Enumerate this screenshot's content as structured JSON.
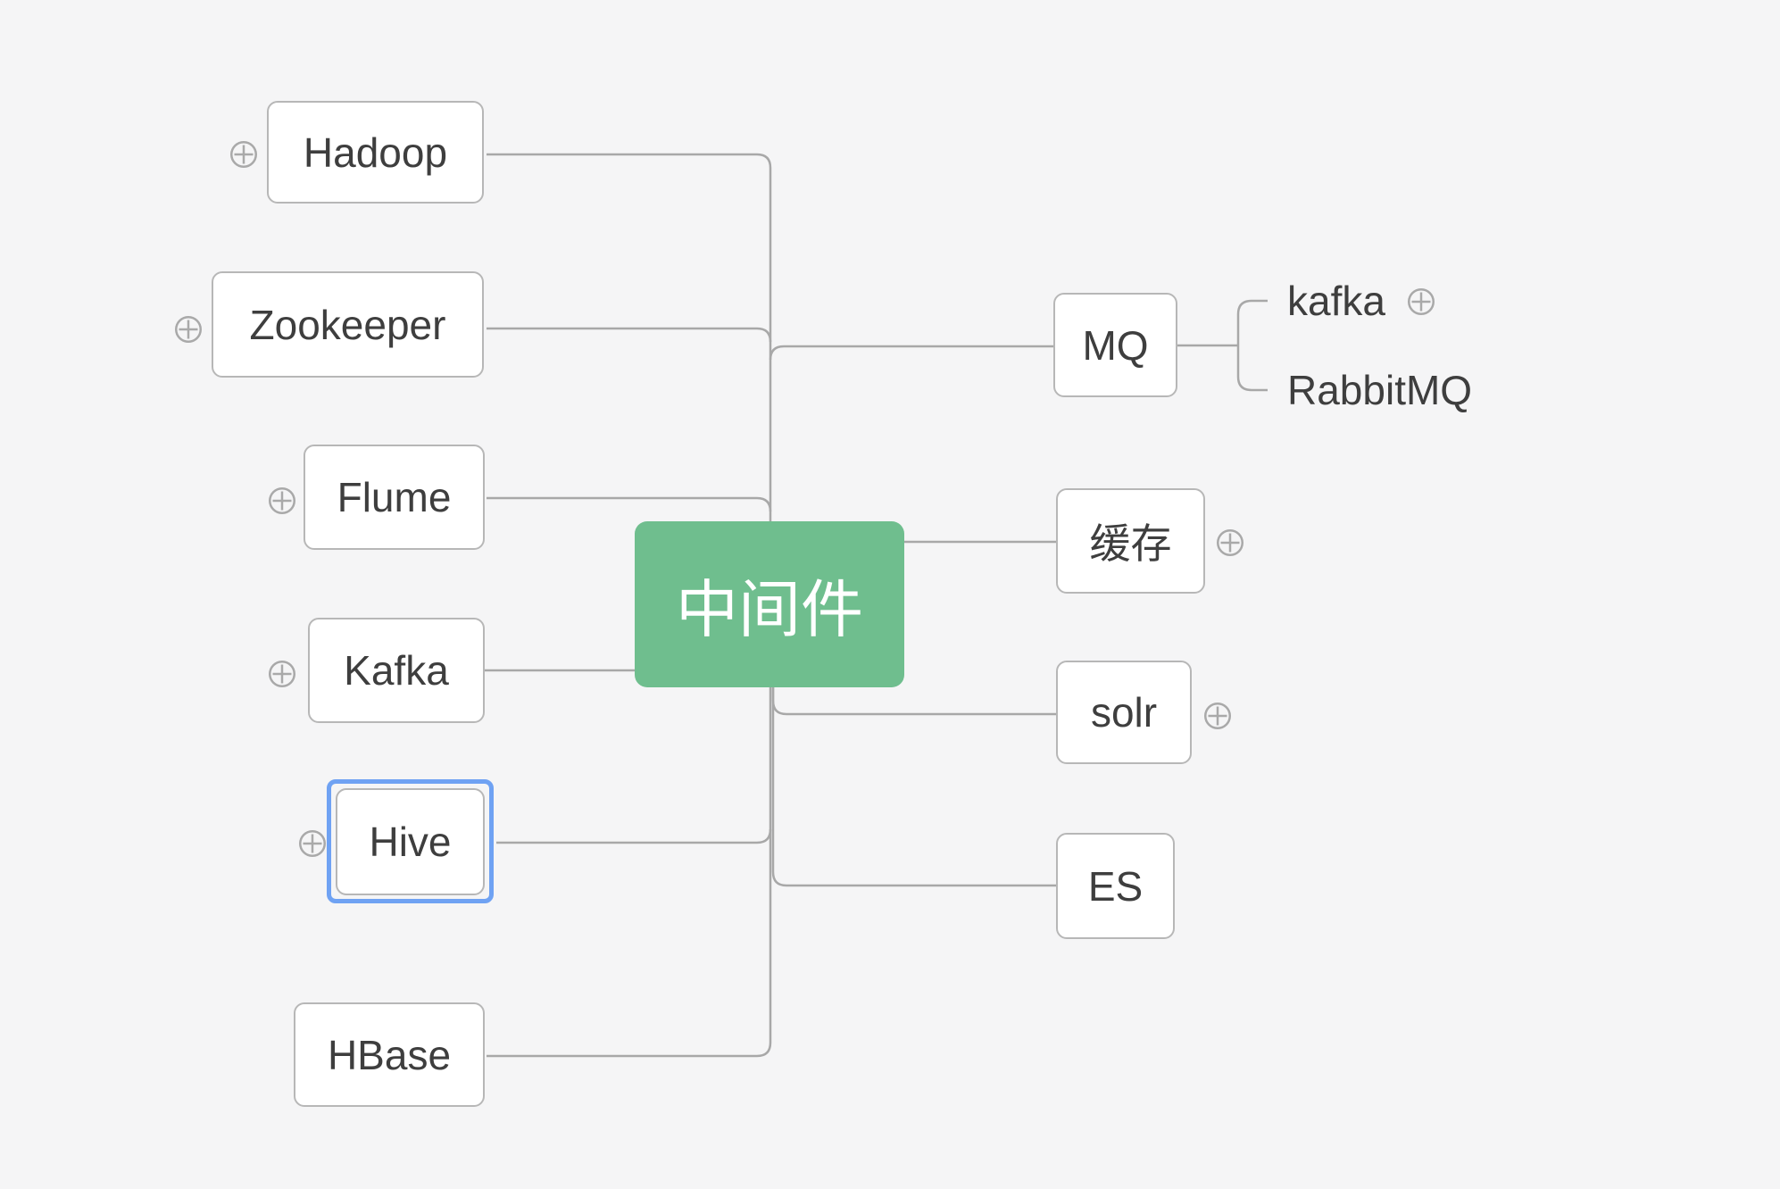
{
  "colors": {
    "canvas_background": "#f5f5f6",
    "root_node_fill": "#6fbe8e",
    "root_node_text": "#ffffff",
    "node_fill": "#ffffff",
    "node_border": "#b7b7b7",
    "node_text": "#3e3e3e",
    "connector_line": "#a8a8a8",
    "selection_border": "#6fa2f3",
    "add_icon": "#a9a9a9"
  },
  "mindmap": {
    "root": {
      "label": "中间件"
    },
    "left_branches": [
      {
        "label": "Hadoop",
        "add_icon": "plus-circle-icon"
      },
      {
        "label": "Zookeeper",
        "add_icon": "plus-circle-icon"
      },
      {
        "label": "Flume",
        "add_icon": "plus-circle-icon"
      },
      {
        "label": "Kafka",
        "add_icon": "plus-circle-icon"
      },
      {
        "label": "Hive",
        "add_icon": "plus-circle-icon",
        "selected": true
      },
      {
        "label": "HBase"
      }
    ],
    "right_branches": [
      {
        "label": "MQ",
        "children": [
          {
            "label": "kafka",
            "add_icon": "plus-circle-icon"
          },
          {
            "label": "RabbitMQ"
          }
        ]
      },
      {
        "label": "缓存",
        "add_icon": "plus-circle-icon"
      },
      {
        "label": "solr",
        "add_icon": "plus-circle-icon"
      },
      {
        "label": "ES"
      }
    ]
  }
}
